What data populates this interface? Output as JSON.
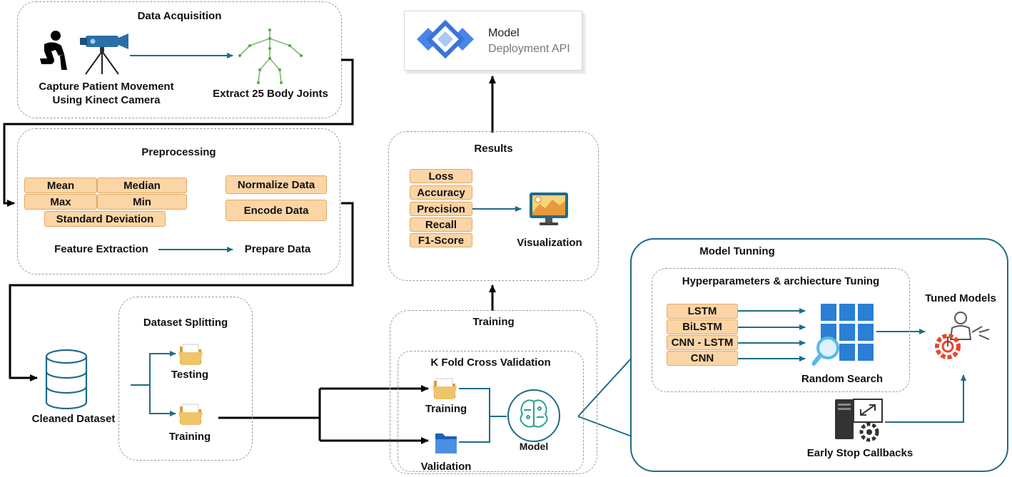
{
  "data_acquisition": {
    "title": "Data Acquisition",
    "capture_label_1": "Capture Patient Movement",
    "capture_label_2": "Using Kinect Camera",
    "extract_label": "Extract 25 Body Joints"
  },
  "preprocessing": {
    "title": "Preprocessing",
    "stats": [
      "Mean",
      "Median",
      "Max",
      "Min",
      "Standard Deviation"
    ],
    "prep": [
      "Normalize Data",
      "Encode Data"
    ],
    "feature_extraction": "Feature Extraction",
    "prepare_data": "Prepare Data"
  },
  "dataset": {
    "cleaned": "Cleaned Dataset",
    "split_title": "Dataset Splitting",
    "testing": "Testing",
    "training": "Training"
  },
  "training": {
    "title": "Training",
    "kfold": "K Fold Cross Validation",
    "training": "Training",
    "validation": "Validation",
    "model": "Model"
  },
  "results": {
    "title": "Results",
    "metrics": [
      "Loss",
      "Accuracy",
      "Precision",
      "Recall",
      "F1-Score"
    ],
    "visualization": "Visualization"
  },
  "deployment": {
    "line1": "Model",
    "line2": "Deployment API"
  },
  "tuning": {
    "title": "Model Tunning",
    "hyper_title": "Hyperparameters & archiecture Tuning",
    "models": [
      "LSTM",
      "BiLSTM",
      "CNN - LSTM",
      "CNN"
    ],
    "random_search": "Random Search",
    "tuned_models": "Tuned Models",
    "early_stop": "Early Stop Callbacks"
  },
  "colors": {
    "arrow_blue": "#1f6b8a",
    "chip_fill": "#fbd5a6",
    "chip_border": "#e3a766",
    "gcp_blue": "#4a86e8",
    "grid_blue": "#2b7fd4",
    "gear_red": "#e8442f"
  }
}
